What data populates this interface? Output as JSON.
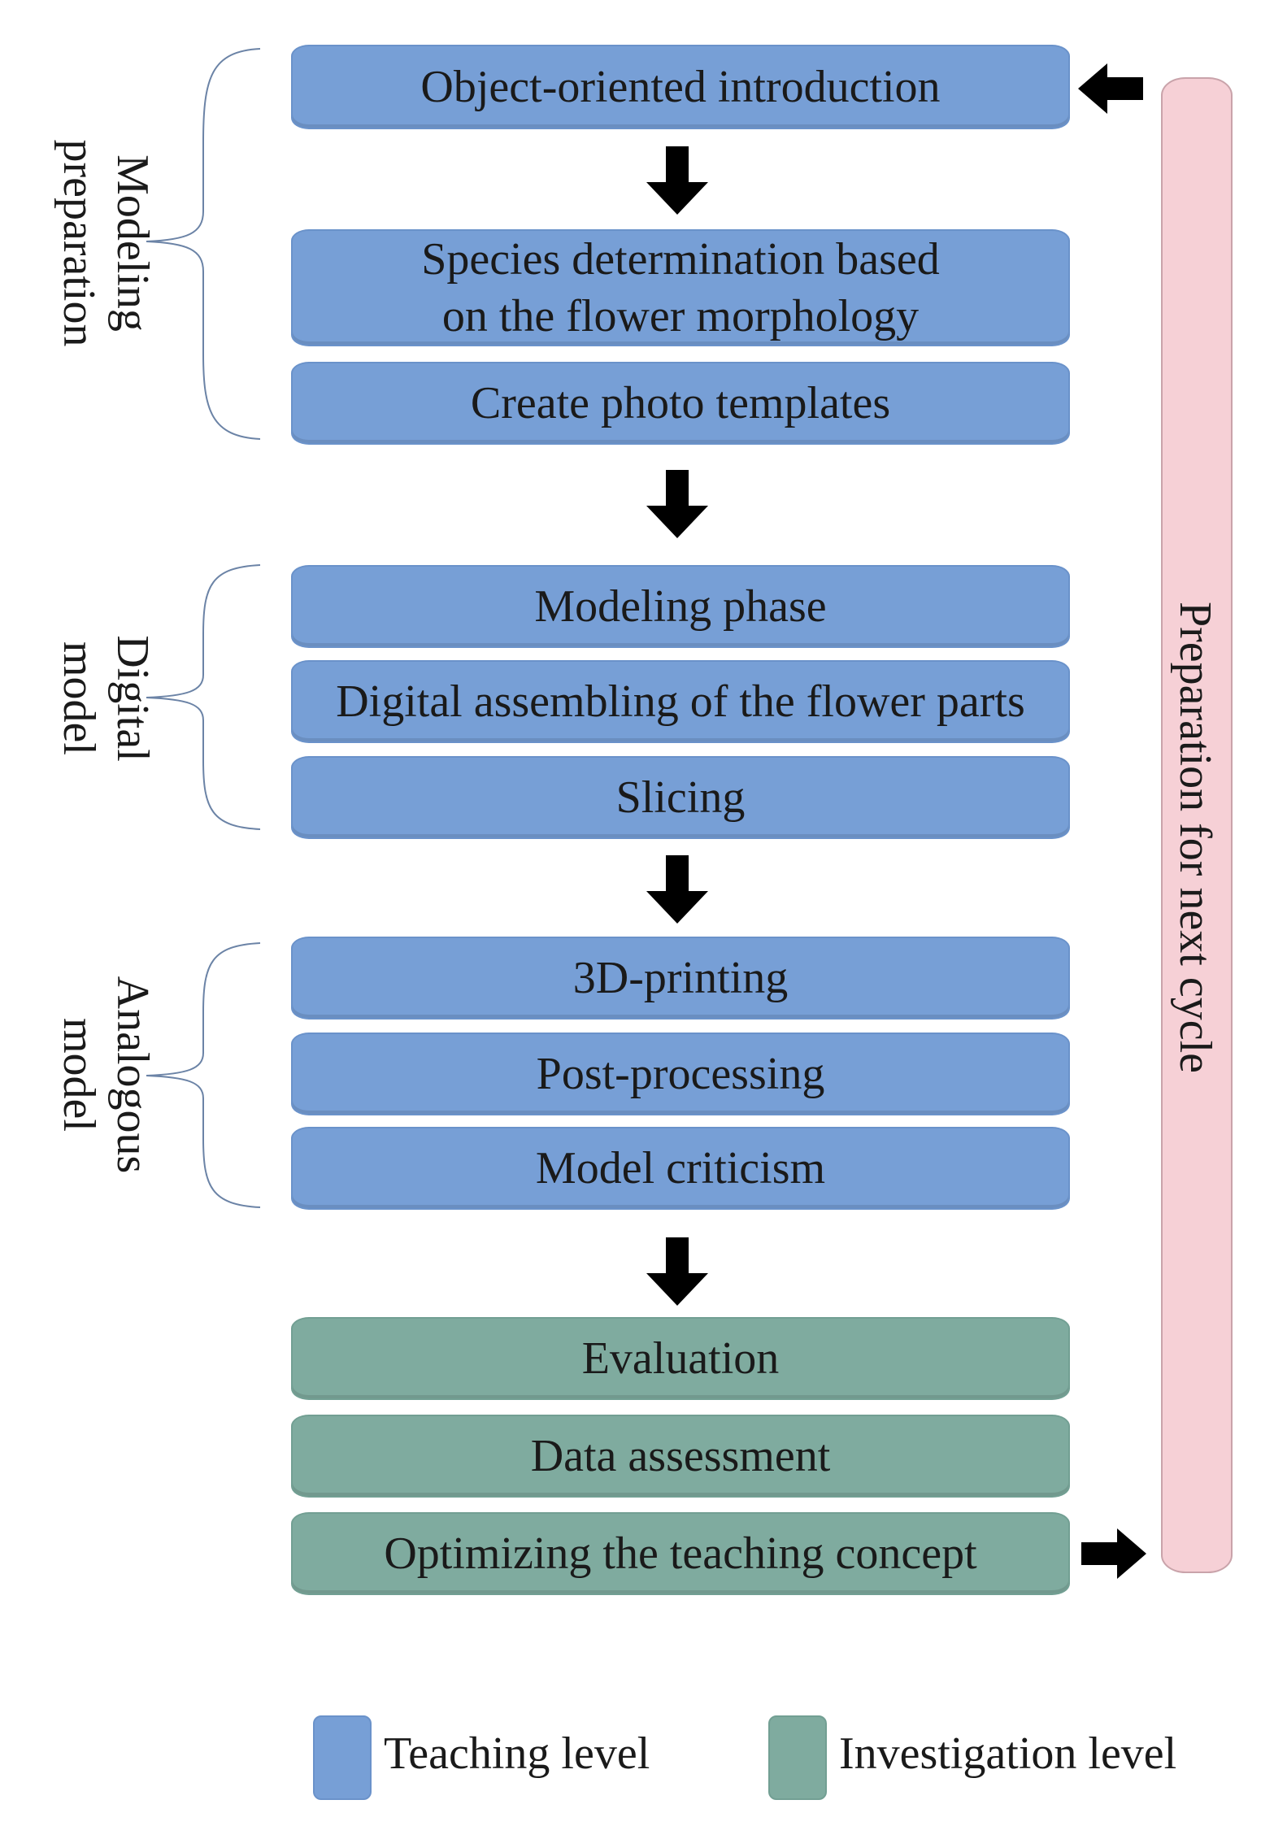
{
  "steps": [
    {
      "label": "Object-oriented introduction",
      "level": "teaching"
    },
    {
      "label": "Species determination based on the flower morphology",
      "level": "teaching"
    },
    {
      "label": "Create photo templates",
      "level": "teaching"
    },
    {
      "label": "Modeling phase",
      "level": "teaching"
    },
    {
      "label": "Digital assembling of the flower parts",
      "level": "teaching"
    },
    {
      "label": "Slicing",
      "level": "teaching"
    },
    {
      "label": "3D-printing",
      "level": "teaching"
    },
    {
      "label": "Post-processing",
      "level": "teaching"
    },
    {
      "label": "Model criticism",
      "level": "teaching"
    },
    {
      "label": "Evaluation",
      "level": "investigation"
    },
    {
      "label": "Data assessment",
      "level": "investigation"
    },
    {
      "label": "Optimizing the teaching concept",
      "level": "investigation"
    }
  ],
  "step2_lines": [
    "Species determination based",
    "on the flower morphology"
  ],
  "groups": [
    {
      "lines": [
        "Modeling",
        "preparation"
      ]
    },
    {
      "lines": [
        "Digital",
        "model"
      ]
    },
    {
      "lines": [
        "Analogous",
        "model"
      ]
    }
  ],
  "cycle_label": "Preparation for next cycle",
  "legend": {
    "teaching": "Teaching level",
    "investigation": "Investigation level"
  },
  "colors": {
    "teaching": "#779fd6",
    "investigation": "#7fab9f",
    "cycle_bar": "#f6d0d6",
    "arrow": "#000000"
  }
}
